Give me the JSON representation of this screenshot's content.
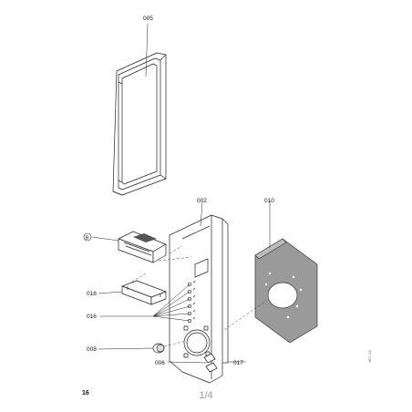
{
  "labels": {
    "door_panel": "005",
    "housing": "002",
    "control_plate": "010",
    "module_b": "B",
    "bracket": "018",
    "pins": "016",
    "knob": "008",
    "clip": "006",
    "side_part": "017"
  },
  "footer": {
    "sheet_number": "16",
    "page_indicator": "1/4",
    "side_code": "4871 110"
  }
}
